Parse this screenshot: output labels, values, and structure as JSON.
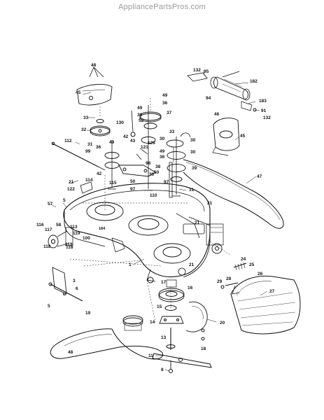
{
  "watermark": "AppliancePartsPros.com",
  "callouts": {
    "c48a": "48",
    "c45a": "45",
    "c33": "33",
    "c49a": "49",
    "c36a": "36",
    "c37": "37",
    "c36b": "36",
    "c52": "52",
    "c130": "130",
    "c32": "32",
    "c31a": "31",
    "c49b": "49",
    "c99": "99",
    "c36c": "36",
    "c42a": "42",
    "c121": "121",
    "c98": "98",
    "c42b": "42",
    "c43": "43",
    "c115": "115",
    "c50a": "50",
    "c97a": "97",
    "c126": "126",
    "c30a": "30",
    "c33b": "33",
    "c30b": "30",
    "c49c": "49",
    "c30c": "30",
    "c36d": "36",
    "c39": "39",
    "c38": "38",
    "c97b": "97",
    "c50b": "50",
    "c110": "110",
    "c31b": "31",
    "c132a": "132",
    "c95": "95",
    "c182": "182",
    "c94": "94",
    "c183": "183",
    "c91": "91",
    "c132b": "132",
    "c46": "46",
    "c45b": "45",
    "c47": "47",
    "c112": "112",
    "c21a": "21",
    "c122": "122",
    "c114": "114",
    "c57": "57",
    "c5": "5",
    "c116": "116",
    "c117": "117",
    "c58": "58",
    "c113": "113",
    "c119": "119",
    "c118": "118",
    "c100": "100",
    "c184": "184",
    "c21b": "21",
    "c1": "1",
    "c21c": "21",
    "c3": "3",
    "c6": "6",
    "c5b": "5",
    "c19": "19",
    "c17": "17",
    "c16": "16",
    "c15": "15",
    "c14": "14",
    "c13": "13",
    "c11": "11",
    "c8": "8",
    "c18": "18",
    "c20": "20",
    "c24": "24",
    "c25": "25",
    "c26": "26",
    "c29": "29",
    "c28": "28",
    "c27": "27",
    "c48b": "48"
  }
}
